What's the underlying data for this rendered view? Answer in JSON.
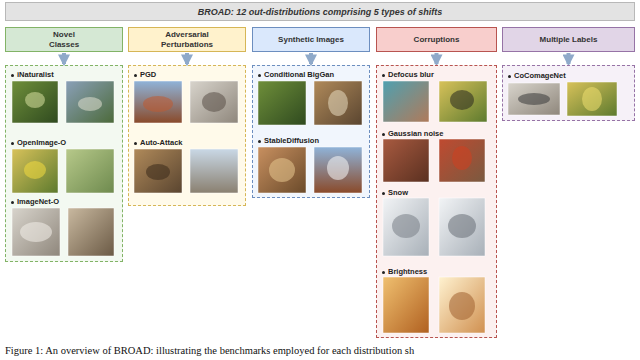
{
  "diagram": {
    "title": "BROAD: 12 out-distributions comprising 5 types of shifts",
    "caption": "Figure 1: An overview of BROAD: illustrating the benchmarks employed for each distribution sh",
    "nodes": [
      {
        "text": [
          "Novel Classes"
        ]
      },
      {
        "text": [
          "Adversarial Perturbations"
        ]
      },
      {
        "text": [
          "Synthetic Images"
        ]
      },
      {
        "text": [
          "Corruptions"
        ]
      },
      {
        "text": [
          "Multiple Labels"
        ]
      },
      {
        "text": [
          "iNaturalist",
          "OpenImage-O",
          "ImageNet-O"
        ]
      },
      {
        "text": [
          "PGD",
          "Auto-Attack"
        ]
      },
      {
        "text": [
          "Conditional BigGan",
          "StableDiffusion"
        ]
      },
      {
        "text": [
          "Defocus blur",
          "Gaussian noise",
          "Snow",
          "Brightness"
        ]
      },
      {
        "text": [
          "CoComageNet"
        ]
      }
    ],
    "edges": [
      {
        "from": 0,
        "to": 5,
        "arrow": "to"
      },
      {
        "from": 1,
        "to": 6,
        "arrow": "to"
      },
      {
        "from": 2,
        "to": 7,
        "arrow": "to"
      },
      {
        "from": 3,
        "to": 8,
        "arrow": "to"
      },
      {
        "from": 4,
        "to": 9,
        "arrow": "to"
      }
    ]
  }
}
